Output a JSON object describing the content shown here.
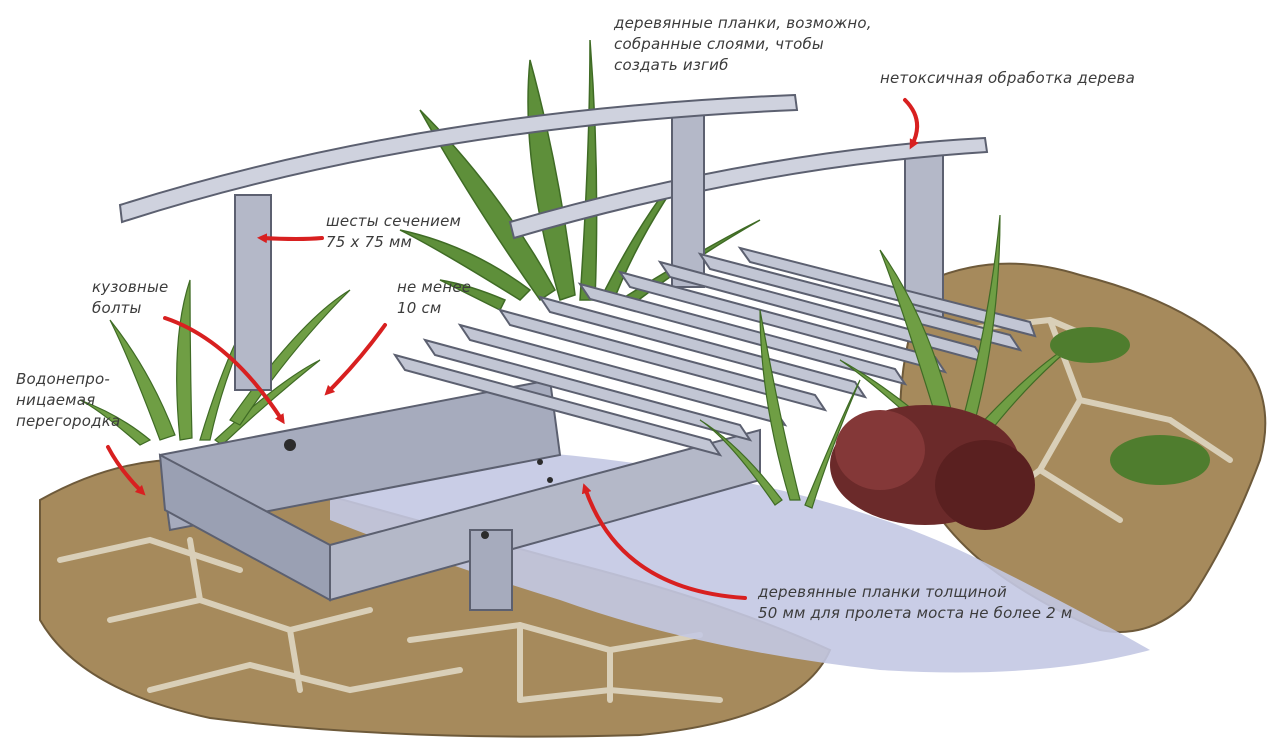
{
  "labels": {
    "laminated": "деревянные планки, возможно,\nсобранные слоями, чтобы\nсоздать изгиб",
    "nontoxic": "нетоксичная обработка дерева",
    "posts": "шесты сечением\n75 х 75 мм",
    "min10": "не менее\n10 см",
    "bolts": "кузовные\nболты",
    "membrane": "Водонепро-\nницаемая\nперегородка",
    "planks": "деревянные планки толщиной\n50 мм для пролета моста не более 2 м"
  },
  "colors": {
    "wood": "#b4b8c8",
    "wood_dark": "#8f94a8",
    "wood_light": "#cfd2de",
    "outline": "#5c6070",
    "stone": "#a68a5c",
    "stone_grout": "#d9cfb8",
    "water": "#c3c8e3",
    "plant": "#5e8f3a",
    "plant_dark": "#3f6b25",
    "foliage_red": "#6b2a2a",
    "arrow": "#d82020",
    "text": "#3c3c3c"
  }
}
